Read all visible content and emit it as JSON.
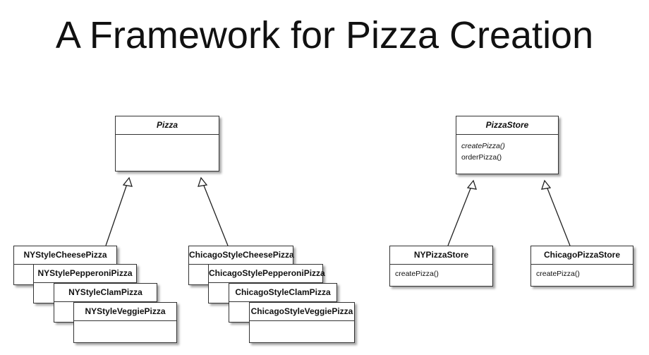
{
  "slide": {
    "title": "A Framework for Pizza Creation"
  },
  "diagram": {
    "pizza": {
      "name": "Pizza"
    },
    "pizza_store": {
      "name": "PizzaStore",
      "methods": [
        "createPizza()",
        "orderPizza()"
      ]
    },
    "ny_pizzas": [
      "NYStyleCheesePizza",
      "NYStylePepperoniPizza",
      "NYStyleClamPizza",
      "NYStyleVeggiePizza"
    ],
    "chicago_pizzas": [
      "ChicagoStyleCheesePizza",
      "ChicagoStylePepperoniPizza",
      "ChicagoStyleClamPizza",
      "ChicagoStyleVeggiePizza"
    ],
    "ny_store": {
      "name": "NYPizzaStore",
      "method": "createPizza()"
    },
    "chicago_store": {
      "name": "ChicagoPizzaStore",
      "method": "createPizza()"
    }
  }
}
